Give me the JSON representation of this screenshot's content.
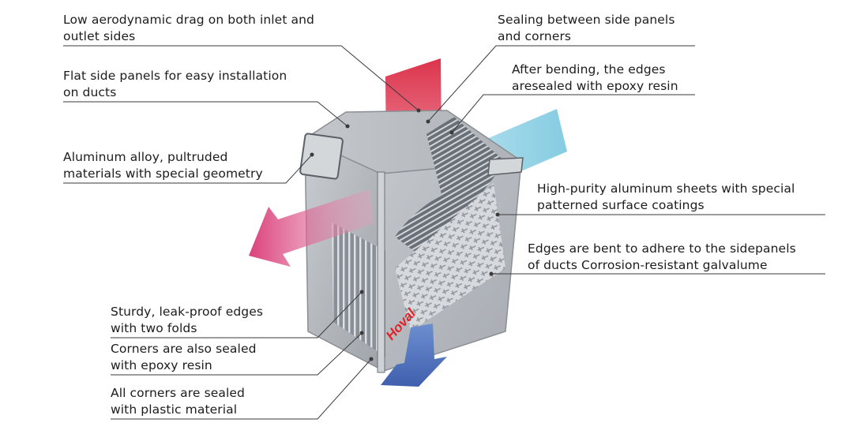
{
  "callouts": {
    "low_drag": {
      "line1": "Low aerodynamic drag on both inlet and",
      "line2": "outlet sides"
    },
    "flat_panels": {
      "line1": "Flat side panels for easy installation",
      "line2": "on ducts"
    },
    "aluminum_alloy": {
      "line1": "Aluminum alloy, pultruded",
      "line2": "materials with special geometry"
    },
    "sturdy_edges": {
      "line1": "Sturdy, leak-proof edges",
      "line2": "with two folds"
    },
    "corners_epoxy": {
      "line1": "Corners are also sealed",
      "line2": "with epoxy resin"
    },
    "corners_plastic": {
      "line1": "All corners are sealed",
      "line2": "with plastic material"
    },
    "sealing_side": {
      "line1": "Sealing between side panels",
      "line2": "and corners"
    },
    "after_bending": {
      "line1": "After bending, the edges",
      "line2": "aresealed with epoxy resin"
    },
    "high_purity": {
      "line1": "High-purity aluminum sheets with special",
      "line2": "patterned surface coatings"
    },
    "edges_bent": {
      "line1": "Edges are bent to adhere to the sidepanels",
      "line2": "of ducts Corrosion-resistant galvalume"
    }
  },
  "brand": {
    "logo_text": "Hoval",
    "logo_color": "#e2232a"
  },
  "colors": {
    "airflow_red": "#d8263c",
    "airflow_magenta": "#d83a78",
    "airflow_blue": "#4a6fb8",
    "airflow_cyan": "#8fd0e4",
    "housing_gray": "#b9bcc0",
    "leader_line": "#3a3a3a"
  }
}
